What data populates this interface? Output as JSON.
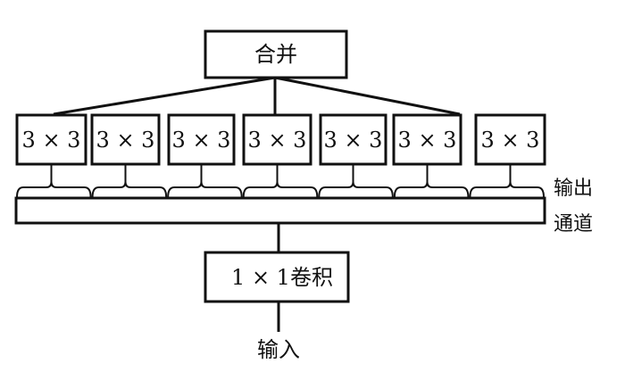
{
  "merge_box": {
    "label": "合并"
  },
  "kernels": [
    {
      "label": "3 × 3"
    },
    {
      "label": "3 × 3"
    },
    {
      "label": "3 × 3"
    },
    {
      "label": "3 × 3"
    },
    {
      "label": "3 × 3"
    },
    {
      "label": "3 × 3"
    },
    {
      "label": "3 × 3"
    }
  ],
  "channel_label": {
    "line1": "输出",
    "line2": "通道"
  },
  "conv_box": {
    "label": "1 × 1卷积"
  },
  "input_label": "输入",
  "colors": {
    "stroke": "#111111",
    "background": "#ffffff"
  }
}
